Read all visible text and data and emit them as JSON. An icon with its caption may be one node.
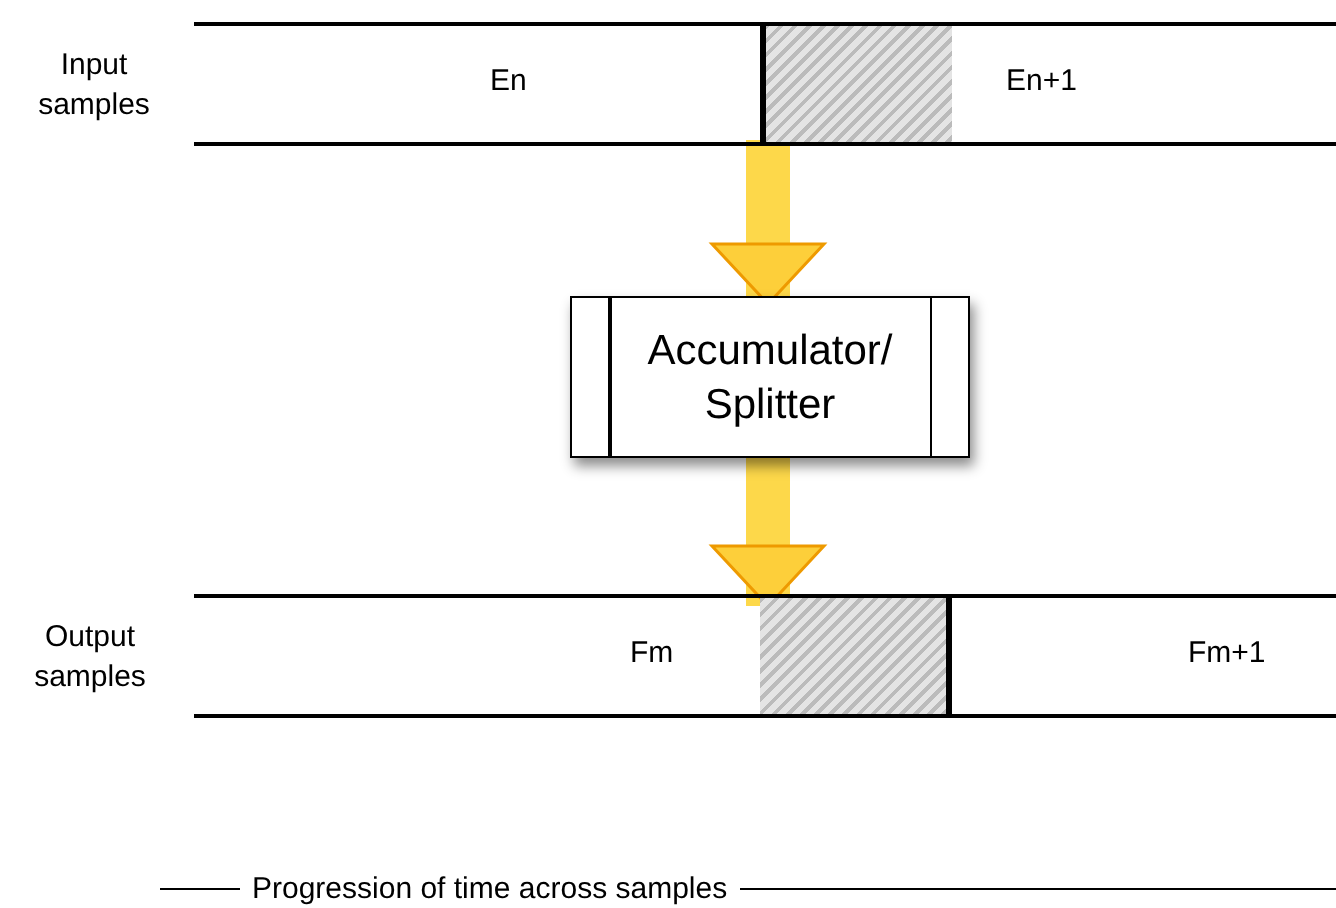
{
  "diagram": {
    "nodes": [
      {
        "text": [
          "Input samples"
        ]
      },
      {
        "text": [
          "En"
        ],
        "in": 0
      },
      {
        "text": [],
        "shape": "box",
        "in": 0
      },
      {
        "text": [
          "En+1"
        ],
        "in": 0
      },
      {
        "text": [
          "Accumulator/ Splitter"
        ]
      },
      {
        "text": [
          "Output samples"
        ]
      },
      {
        "text": [
          "Fm"
        ],
        "in": 5
      },
      {
        "text": [],
        "shape": "box",
        "in": 5
      },
      {
        "text": [
          "Fm+1"
        ],
        "in": 5
      }
    ],
    "edges": [
      {
        "from": 2,
        "to": 4,
        "arrow": "to"
      },
      {
        "from": 4,
        "to": 7,
        "arrow": "to"
      }
    ],
    "labels": [
      "Progression of time across samples"
    ]
  }
}
